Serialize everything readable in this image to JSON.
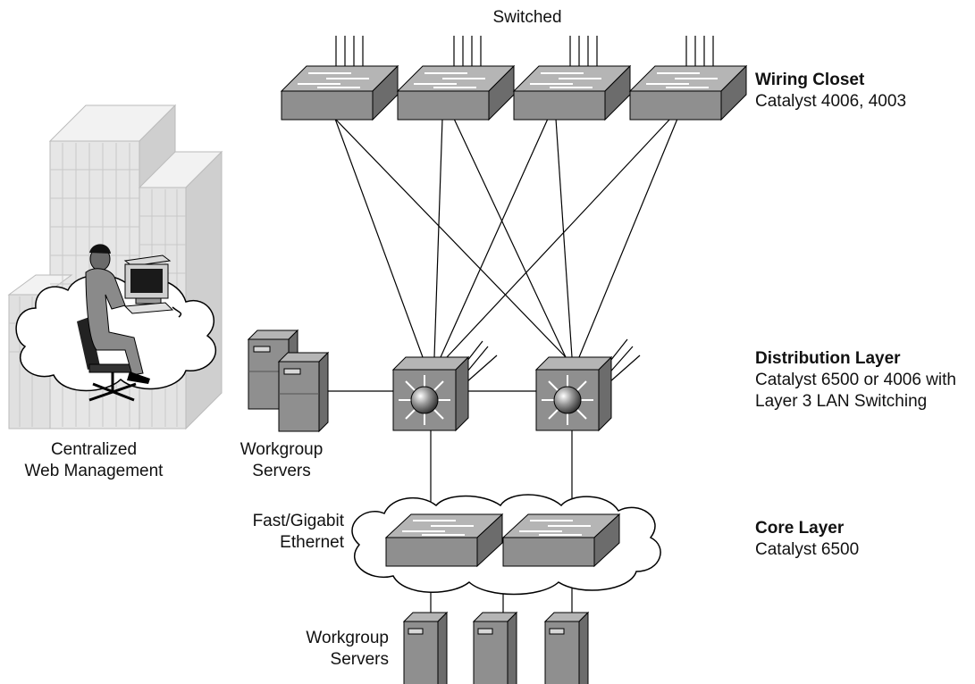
{
  "top_label": "Switched",
  "wiring_closet": {
    "title": "Wiring Closet",
    "subtitle": "Catalyst 4006, 4003"
  },
  "distribution": {
    "title": "Distribution Layer",
    "line1": "Catalyst 6500 or 4006 with",
    "line2": "Layer 3 LAN Switching"
  },
  "core": {
    "title": "Core Layer",
    "subtitle": "Catalyst 6500"
  },
  "management": {
    "line1": "Centralized",
    "line2": "Web Management"
  },
  "workgroup_servers_mid": {
    "line1": "Workgroup",
    "line2": "Servers"
  },
  "link_type": {
    "line1": "Fast/Gigabit",
    "line2": "Ethernet"
  },
  "workgroup_servers_bottom": {
    "line1": "Workgroup",
    "line2": "Servers"
  },
  "colors": {
    "device_top": "#b7b7b7",
    "device_front": "#8f8f8f",
    "device_side": "#6f6f6f",
    "building": "#e3e3e3",
    "line": "#000000"
  }
}
